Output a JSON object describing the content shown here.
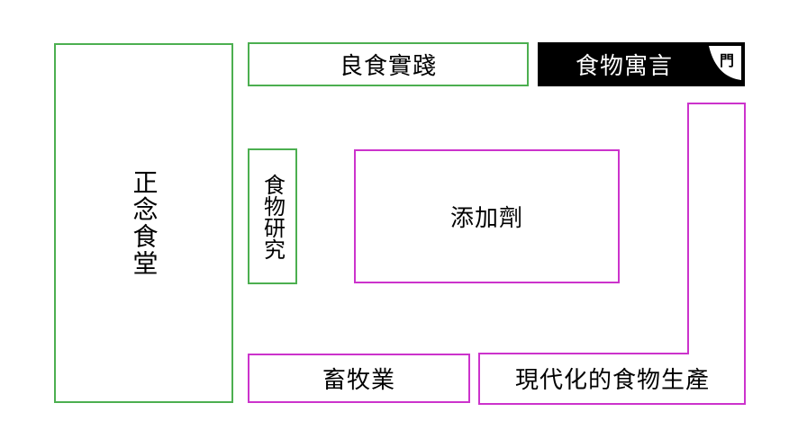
{
  "diagram": {
    "blocks": {
      "zhengnian": "正念食堂",
      "liangshi": "良食實踐",
      "yuyan": "食物寓言",
      "yuyan_tag": "門",
      "yanjiu": "食物研究",
      "tianjia": "添加劑",
      "chumu": "畜牧業",
      "xiandai": "現代化的食物生產"
    },
    "colors": {
      "green": "#4caf50",
      "magenta": "#cc33cc",
      "black": "#000000"
    }
  }
}
